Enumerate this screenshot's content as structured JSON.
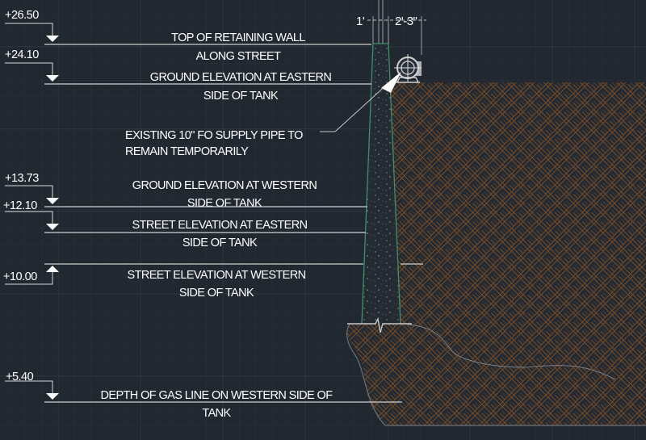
{
  "drawing": {
    "background": "#212830",
    "grid": {
      "minor_color": "#2a313b",
      "major_color": "#353d48"
    },
    "colors": {
      "text": "#ffffff",
      "line": "#c8c8c8",
      "wall_edge": "#3e8f6a",
      "soil_hatch": "#7a4a22"
    },
    "dimensions": {
      "left": "1'",
      "right": "2'-3\""
    },
    "elevations": [
      {
        "value": "+26.50",
        "label_line1": "TOP OF RETAINING WALL",
        "label_line2": "ALONG STREET"
      },
      {
        "value": "+24.10",
        "label_line1": "GROUND ELEVATION AT EASTERN",
        "label_line2": "SIDE OF TANK"
      },
      {
        "value": "+13.73",
        "label_line1": "GROUND ELEVATION AT WESTERN",
        "label_line2": "SIDE OF TANK"
      },
      {
        "value": "+12.10",
        "label_line1": "STREET ELEVATION AT EASTERN",
        "label_line2": "SIDE OF TANK"
      },
      {
        "value": "+10.00",
        "label_line1": "STREET ELEVATION AT WESTERN",
        "label_line2": "SIDE OF TANK"
      },
      {
        "value": "+5.40",
        "label_line1": "DEPTH OF GAS LINE ON WESTERN SIDE OF",
        "label_line2": "TANK"
      }
    ],
    "callout": {
      "line1": "EXISTING 10\" FO SUPPLY PIPE TO",
      "line2": "REMAIN TEMPORARILY"
    }
  }
}
